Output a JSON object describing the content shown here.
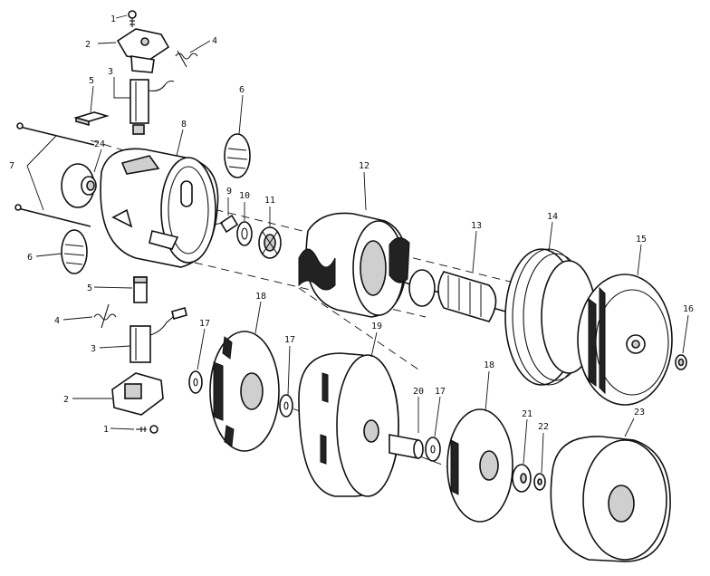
{
  "callouts": {
    "c1a": "1",
    "c2a": "2",
    "c3a": "3",
    "c4a": "4",
    "c5a": "5",
    "c6a": "6",
    "c7": "7",
    "c8": "8",
    "c24": "24",
    "c9": "9",
    "c10": "10",
    "c11": "11",
    "c12": "12",
    "c13": "13",
    "c14": "14",
    "c15": "15",
    "c16": "16",
    "c6b": "6",
    "c5b": "5",
    "c4b": "4",
    "c3b": "3",
    "c2b": "2",
    "c1b": "1",
    "c18a": "18",
    "c17a": "17",
    "c17b": "17",
    "c19": "19",
    "c20": "20",
    "c17c": "17",
    "c18b": "18",
    "c21": "21",
    "c22": "22",
    "c23": "23"
  }
}
